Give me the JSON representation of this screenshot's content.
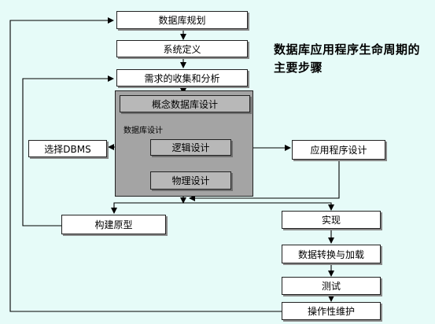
{
  "title": "数据库应用程序生命周期的主要步骤",
  "steps": {
    "planning": "数据库规划",
    "system_definition": "系统定义",
    "requirements": "需求的收集和分析",
    "design_group_caption": "数据库设计",
    "conceptual_design": "概念数据库设计",
    "logical_design": "逻辑设计",
    "physical_design": "物理设计",
    "dbms_selection": "选择DBMS",
    "application_design": "应用程序设计",
    "prototyping": "构建原型",
    "implementation": "实现",
    "data_conversion": "数据转换与加载",
    "testing": "测试",
    "maintenance": "操作性维护"
  }
}
